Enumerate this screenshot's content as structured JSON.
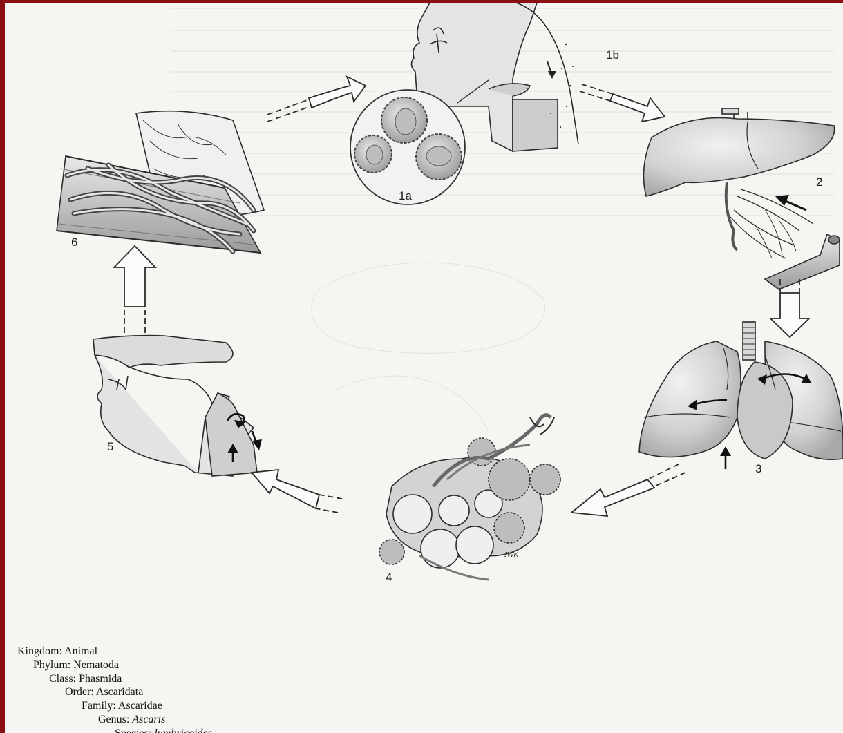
{
  "stages": {
    "s1a": "1a",
    "s1b": "1b",
    "s2": "2",
    "s3": "3",
    "s4": "4",
    "s5": "5",
    "s6": "6"
  },
  "artist_signature": "JWK",
  "taxonomy": [
    {
      "rank": "Kingdom:",
      "value": "Animal",
      "italic": false
    },
    {
      "rank": "Phylum:",
      "value": "Nematoda",
      "italic": false
    },
    {
      "rank": "Class:",
      "value": "Phasmida",
      "italic": false
    },
    {
      "rank": "Order:",
      "value": "Ascaridata",
      "italic": false
    },
    {
      "rank": "Family:",
      "value": "Ascaridae",
      "italic": false
    },
    {
      "rank": "Genus:",
      "value": "Ascaris",
      "italic": true
    },
    {
      "rank": "Species:",
      "value": "lumbricoides",
      "italic": true
    }
  ],
  "colors": {
    "frame": "#8b0f12",
    "page": "#f6f5f2",
    "ink": "#222222",
    "organ_fill": "#cfcfcf"
  }
}
